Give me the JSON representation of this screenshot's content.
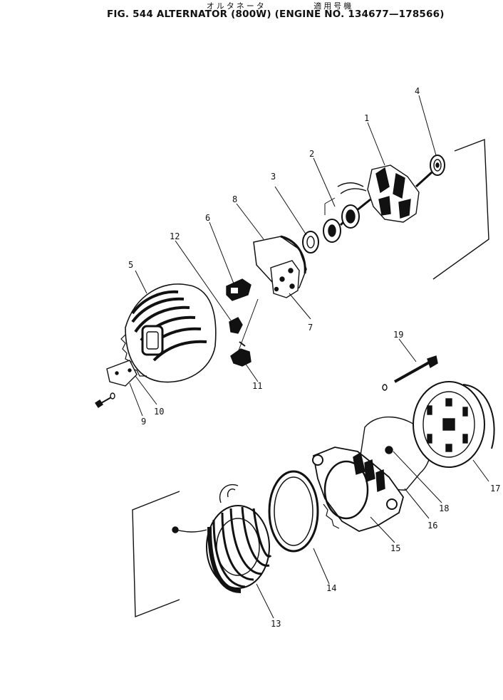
{
  "header": {
    "subtitle_left": "オルタネータ",
    "subtitle_right": "適用号機",
    "title": "FIG. 544  ALTERNATOR (800W) (ENGINE NO. 134677—178566)"
  },
  "callouts": [
    "1",
    "2",
    "3",
    "4",
    "5",
    "6",
    "7",
    "8",
    "9",
    "10",
    "11",
    "12",
    "13",
    "14",
    "15",
    "16",
    "17",
    "18",
    "19"
  ]
}
